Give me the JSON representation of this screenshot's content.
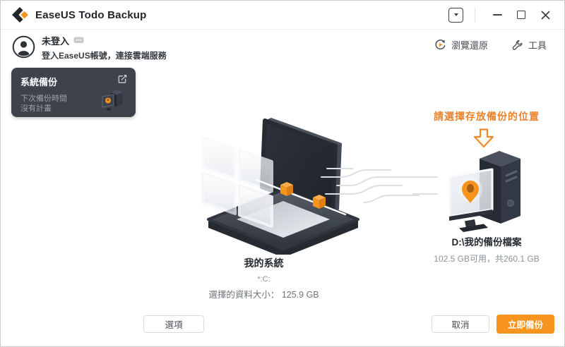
{
  "window": {
    "title": "EaseUS Todo Backup"
  },
  "header": {
    "login_title": "未登入",
    "login_subtitle": "登入EaseUS帳號，連接雲端服務",
    "nav": [
      {
        "label": "瀏覽還原"
      },
      {
        "label": "工具"
      }
    ]
  },
  "task_card": {
    "title": "系統備份",
    "schedule_label": "下次備份時間",
    "schedule_value": "沒有計畫"
  },
  "source": {
    "title": "我的系統",
    "drive": "*:C:",
    "size_text": "選擇的資料大小： 125.9 GB"
  },
  "destination": {
    "hint": "請選擇存放備份的位置",
    "path": "D:\\我的備份檔案",
    "space": "102.5 GB可用，共260.1 GB"
  },
  "footer": {
    "options": "選項",
    "cancel": "取消",
    "backup_now": "立即備份"
  },
  "colors": {
    "accent": "#F7941E",
    "hint_text": "#E8822B",
    "card_bg": "#3E434B"
  }
}
